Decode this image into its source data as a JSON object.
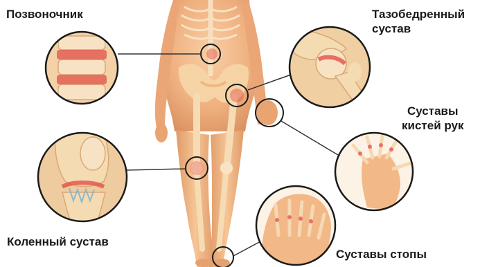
{
  "labels": {
    "spine": "Позвоночник",
    "hip_line1": "Тазобедренный",
    "hip_line2": "сустав",
    "hand_line1": "Суставы",
    "hand_line2": "кистей рук",
    "knee": "Коленный сустав",
    "foot": "Суставы стопы"
  },
  "icons": {
    "body": "human-skeleton-figure",
    "spine": "spine-vertebrae-closeup",
    "hip": "hip-joint-closeup",
    "wrist": "hand-skeleton-closeup",
    "knee": "knee-joint-closeup",
    "foot": "foot-skeleton-closeup"
  },
  "colors": {
    "skin": "#f2b887",
    "bone": "#f6dfb4",
    "inflammation": "#e2504a",
    "callout_border": "#1a1a1a",
    "line": "#333333"
  }
}
